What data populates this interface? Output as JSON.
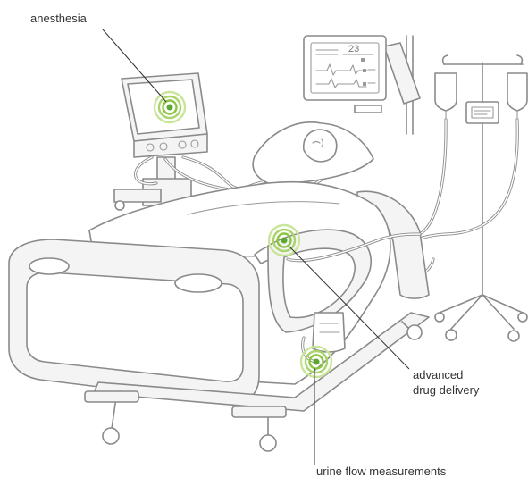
{
  "labels": {
    "anesthesia": "anesthesia",
    "drug_delivery_line1": "advanced",
    "drug_delivery_line2": "drug delivery",
    "urine_flow": "urine flow measurements"
  },
  "monitor": {
    "reading": "23"
  },
  "colors": {
    "accent_outer": "#c9e59a",
    "accent_mid": "#8cc63f",
    "accent_core": "#5aa82e",
    "outline": "#8a8a8a",
    "label_text": "#333333"
  },
  "icons": [
    "anesthesia-hotspot-icon",
    "drug-delivery-hotspot-icon",
    "urine-flow-hotspot-icon"
  ]
}
